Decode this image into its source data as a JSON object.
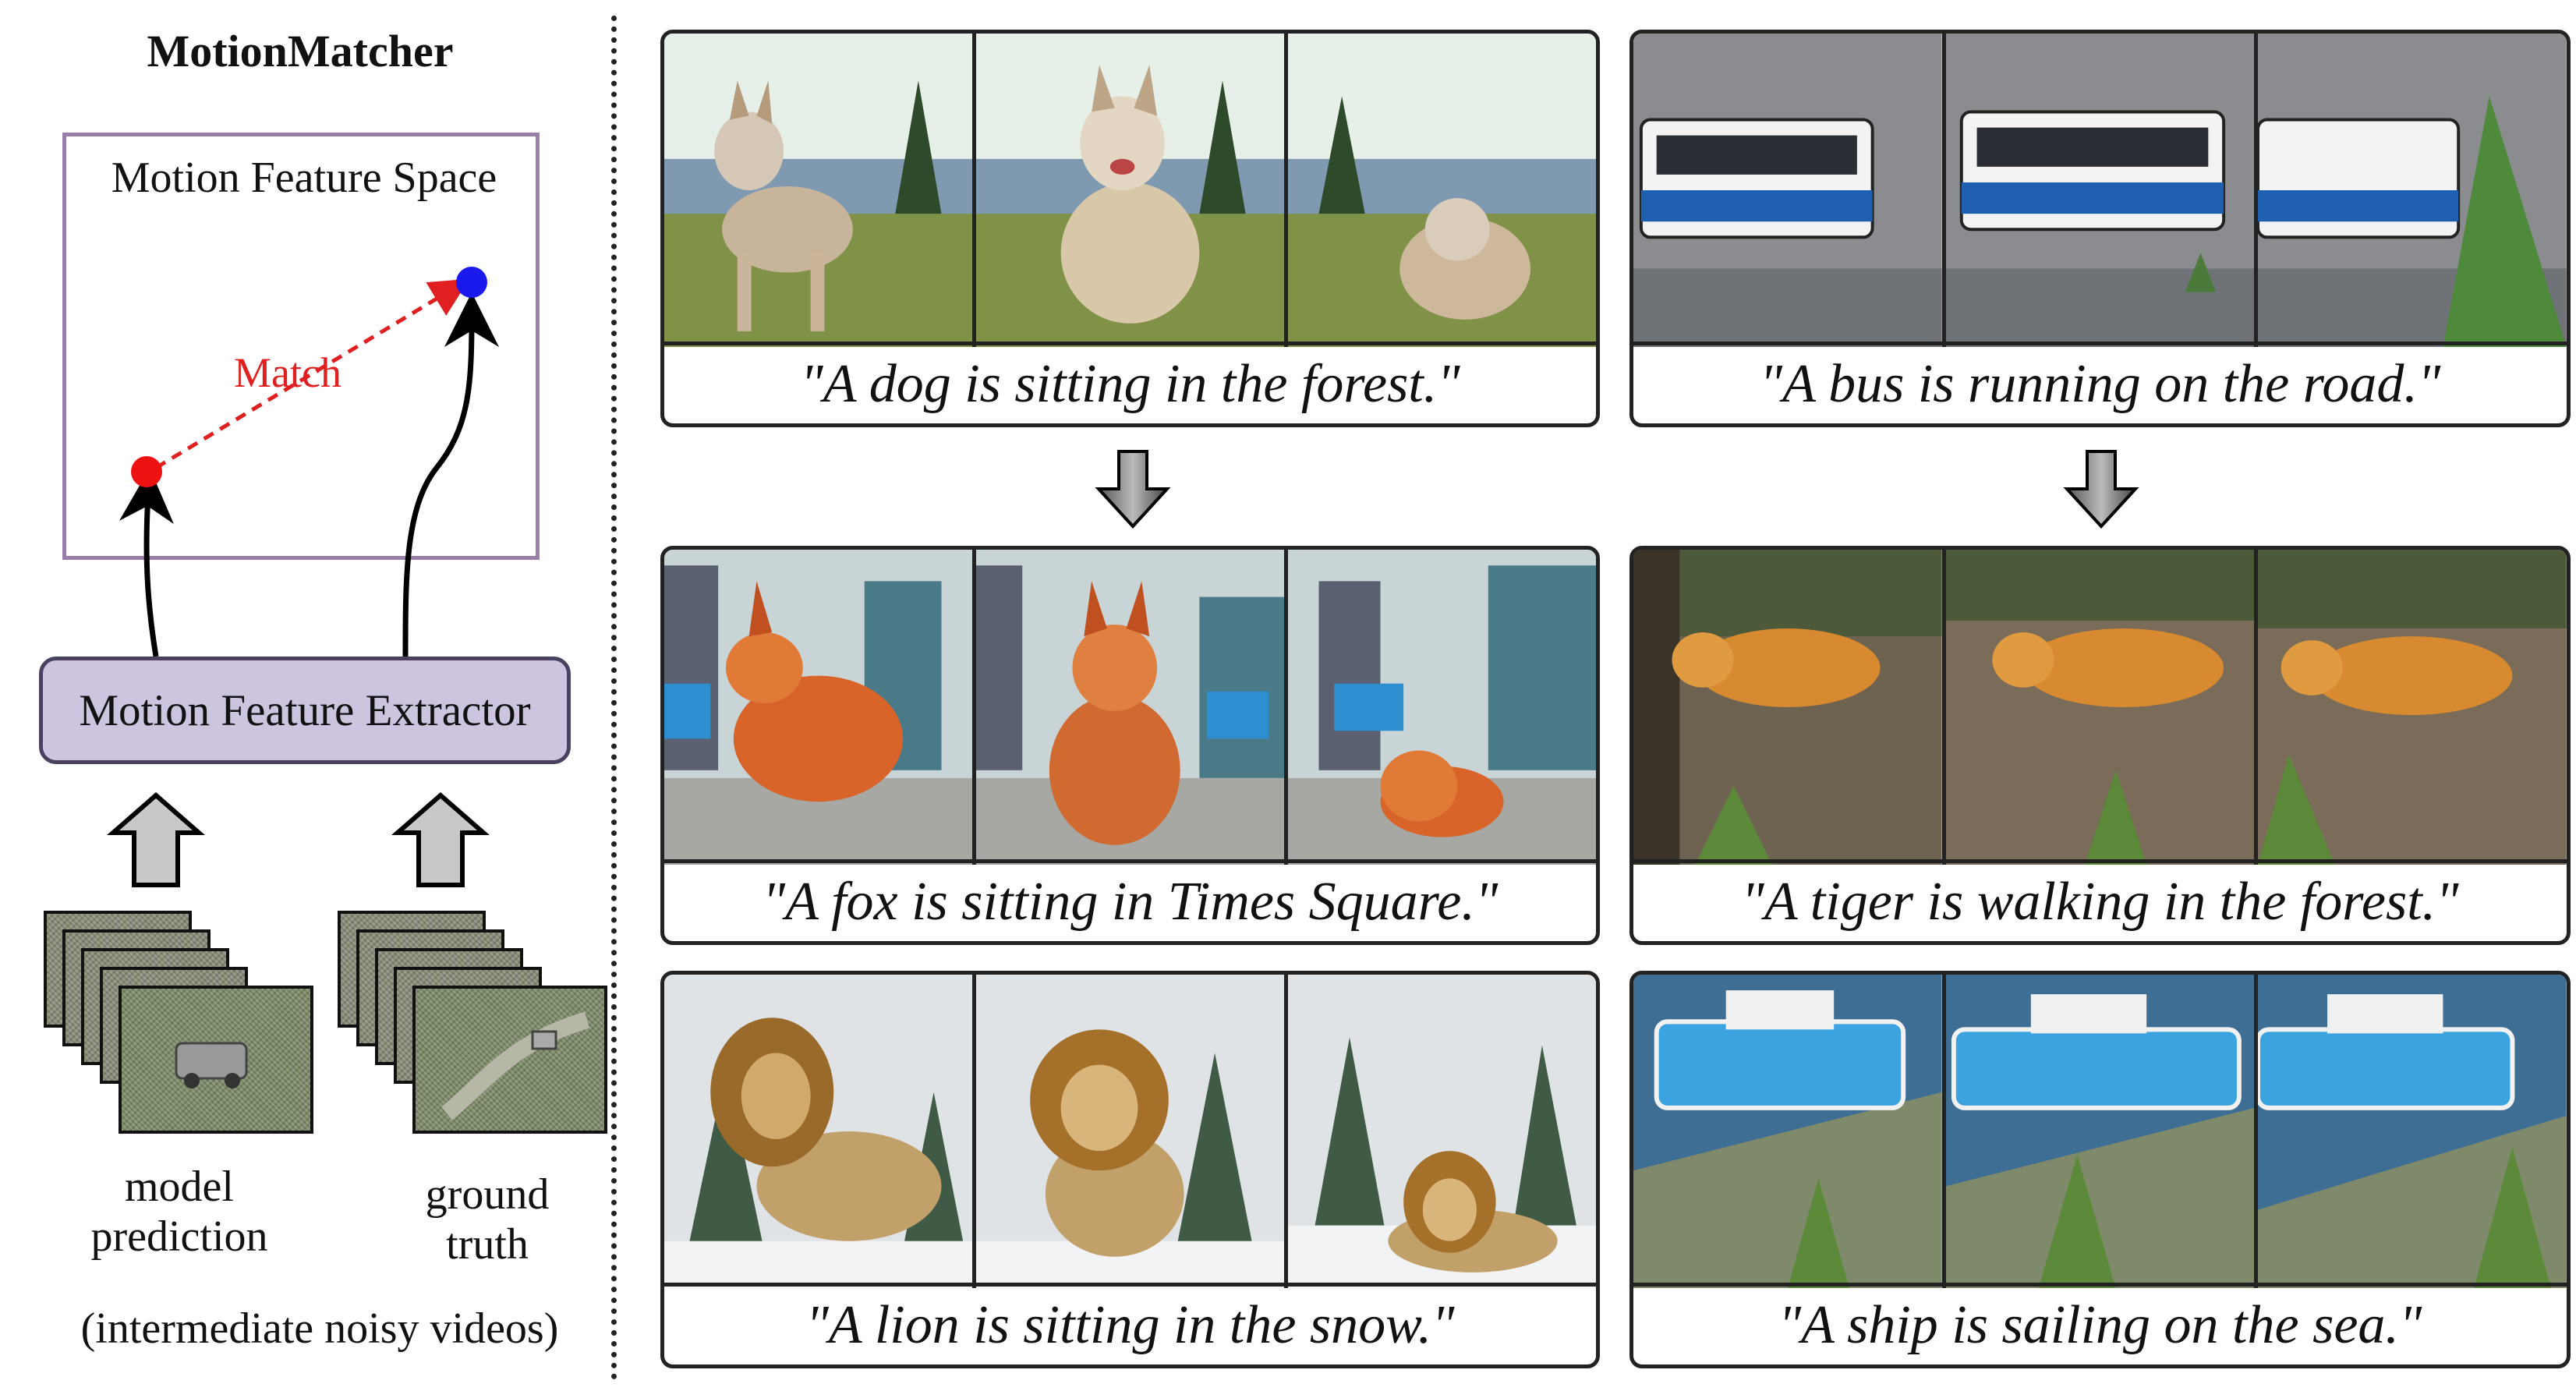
{
  "left": {
    "title": "MotionMatcher",
    "feature_space_label": "Motion Feature Space",
    "match_label": "Match",
    "extractor_label": "Motion Feature Extractor",
    "model_prediction_label_line1": "model",
    "model_prediction_label_line2": "prediction",
    "ground_truth_label_line1": "ground",
    "ground_truth_label_line2": "truth",
    "bottom_note": "(intermediate noisy videos)",
    "colors": {
      "match_point": "#ee1111",
      "target_point": "#1a1aee",
      "match_arrow": "#e02020",
      "space_border": "#9a7fa8",
      "extractor_fill": "#cdc5e0",
      "outline_arrow_fill": "#c8c8c8"
    }
  },
  "panels": [
    {
      "caption": "\"A dog is sitting in the forest.\"",
      "subject": "husky-dog",
      "scene": "grassy-hill-pines"
    },
    {
      "caption": "\"A bus is running on the road.\"",
      "subject": "blue-white-bus",
      "scene": "street-top-view"
    },
    {
      "caption": "\"A fox is sitting in Times Square.\"",
      "subject": "red-fox",
      "scene": "times-square"
    },
    {
      "caption": "\"A tiger is walking in the forest.\"",
      "subject": "tiger",
      "scene": "forest-path"
    },
    {
      "caption": "\"A lion is sitting in the snow.\"",
      "subject": "lion",
      "scene": "snowy-pines"
    },
    {
      "caption": "\"A ship is sailing on the sea.\"",
      "subject": "blue-ship",
      "scene": "sea-shore"
    }
  ]
}
